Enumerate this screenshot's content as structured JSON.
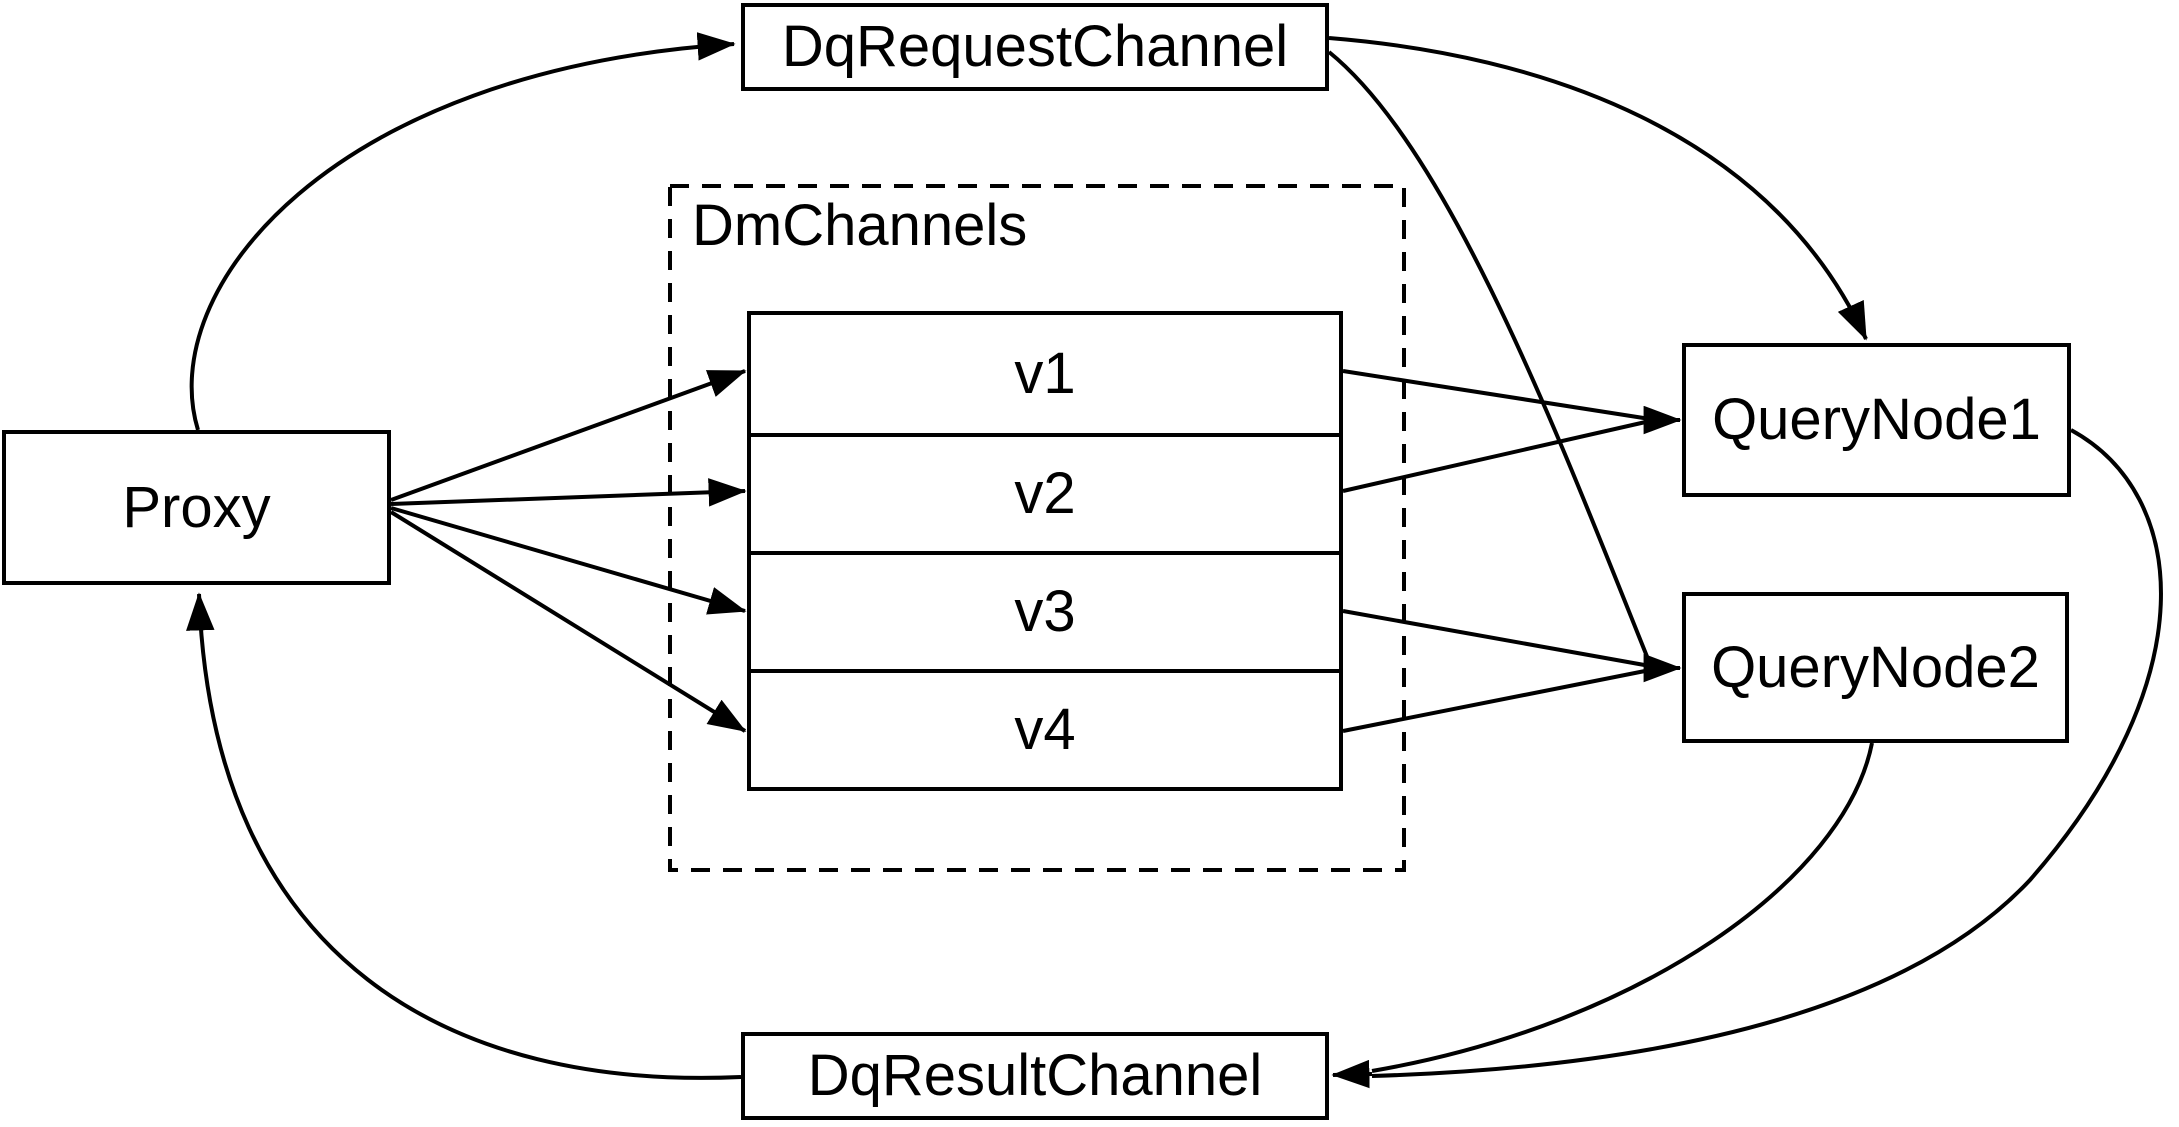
{
  "diagram": {
    "background": "#ffffff",
    "stroke_color": "#000000",
    "nodes": {
      "proxy": {
        "label": "Proxy"
      },
      "dq_request_channel": {
        "label": "DqRequestChannel"
      },
      "dm_channels": {
        "label": "DmChannels",
        "channels": [
          "v1",
          "v2",
          "v3",
          "v4"
        ]
      },
      "query_node_1": {
        "label": "QueryNode1"
      },
      "query_node_2": {
        "label": "QueryNode2"
      },
      "dq_result_channel": {
        "label": "DqResultChannel"
      }
    },
    "edges": [
      {
        "from": "Proxy",
        "to": "DqRequestChannel"
      },
      {
        "from": "Proxy",
        "to": "v1"
      },
      {
        "from": "Proxy",
        "to": "v2"
      },
      {
        "from": "Proxy",
        "to": "v3"
      },
      {
        "from": "Proxy",
        "to": "v4"
      },
      {
        "from": "v1",
        "to": "QueryNode1"
      },
      {
        "from": "v2",
        "to": "QueryNode1"
      },
      {
        "from": "v3",
        "to": "QueryNode2"
      },
      {
        "from": "v4",
        "to": "QueryNode2"
      },
      {
        "from": "DqRequestChannel",
        "to": "QueryNode1"
      },
      {
        "from": "DqRequestChannel",
        "to": "QueryNode2"
      },
      {
        "from": "QueryNode1",
        "to": "DqResultChannel"
      },
      {
        "from": "QueryNode2",
        "to": "DqResultChannel"
      },
      {
        "from": "DqResultChannel",
        "to": "Proxy"
      }
    ]
  }
}
